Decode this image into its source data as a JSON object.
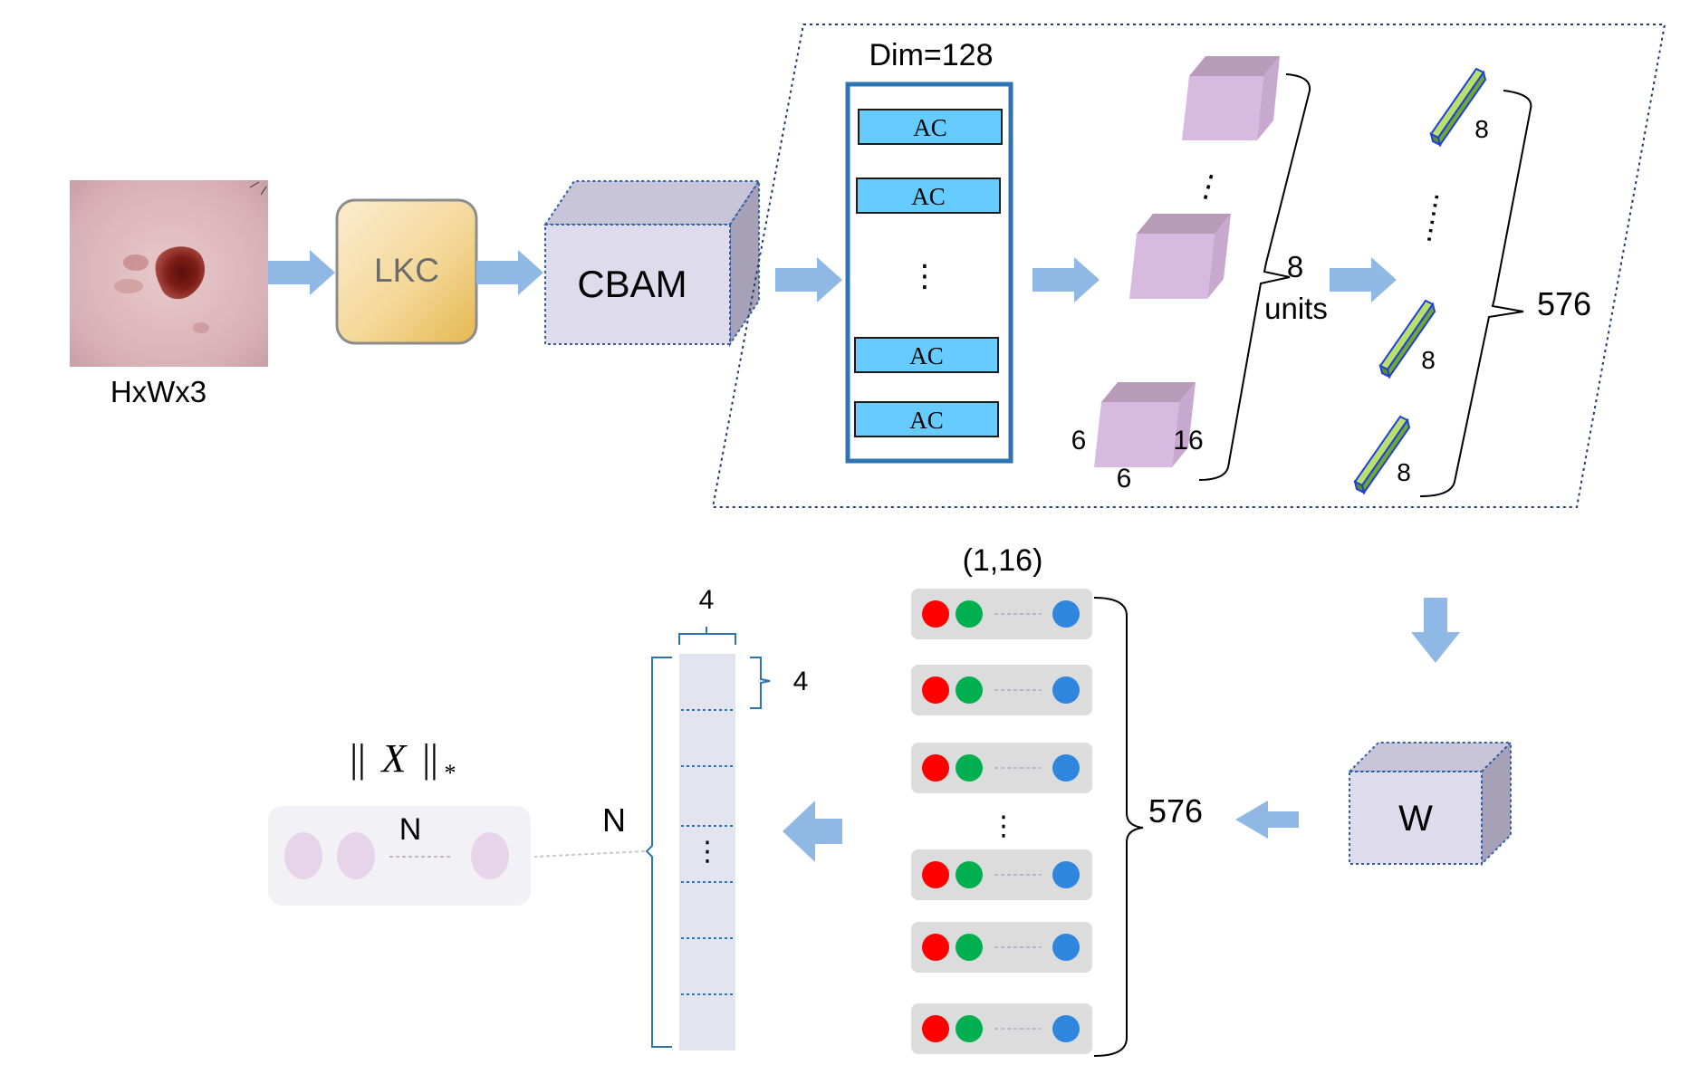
{
  "colors": {
    "arrow": "#8fb9e4",
    "lkc_light": "#fbe8c4",
    "lkc_dark": "#e8bc57",
    "box_face": "#dedbec",
    "box_side": "#a6a1b6",
    "ac_fill": "#66ccff",
    "ac_frame": "#2e74b5",
    "purple_light": "#d8b9e0",
    "purple_top": "#b89bb9",
    "rod_green": "#92d050",
    "rod_blue": "#1f3fd8",
    "dot_red": "#ff0000",
    "dot_green": "#00b050",
    "dot_blue": "#2e86de",
    "row_bg": "#dcdcdc",
    "column_fill": "#e4e4f0",
    "norm_bg": "#f1f1f6",
    "norm_dot": "#e8d4ea"
  },
  "input": {
    "label": "HxWx3",
    "image": "dermoscopic-lesion-image"
  },
  "lkc": {
    "label": "LKC"
  },
  "cbam": {
    "label": "CBAM"
  },
  "ac_stack": {
    "title": "Dim=128",
    "items": [
      "AC",
      "AC",
      "AC",
      "AC"
    ],
    "ellipsis": "⋮"
  },
  "cubes": {
    "ellipsis": "⋮",
    "dims": [
      "6",
      "16",
      "6"
    ],
    "brace_number": "8",
    "brace_unit": "units"
  },
  "rods": {
    "labels": [
      "8",
      "8",
      "8"
    ],
    "ellipsis": "......",
    "brace_label": "576"
  },
  "w_box": {
    "label": "W"
  },
  "vector_list": {
    "title": "(1,16)",
    "row_count": 6,
    "ellipsis": "⋮",
    "brace_label": "576"
  },
  "column": {
    "top_label": "4",
    "side_label": "4",
    "left_label": "N",
    "ellipsis": "⋮"
  },
  "norm": {
    "label_bars": "||",
    "label_x": "X",
    "label_sub": "*",
    "inner_label": "N"
  }
}
